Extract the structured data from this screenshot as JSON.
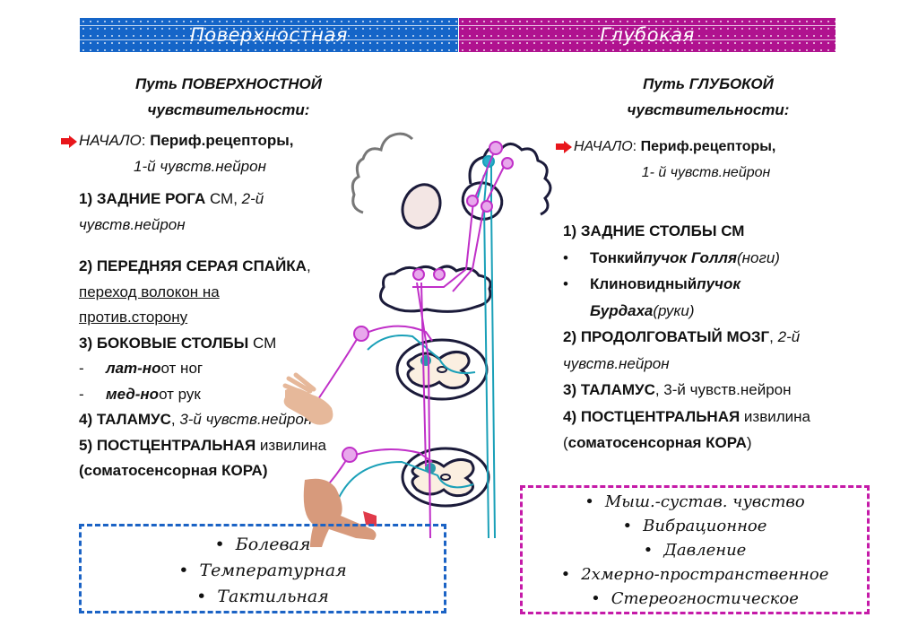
{
  "banners": {
    "left": "Поверхностная",
    "right": "Глубокая",
    "left_color": "#1565c8",
    "right_color": "#b0128f"
  },
  "superficial": {
    "title_line1": "Путь ПОВЕРХНОСТНОЙ",
    "title_line2": "чувствительности:",
    "start_label": "НАЧАЛО",
    "start_colon": ": ",
    "start_value": "Периф.рецепторы,",
    "start_neuron": "1-й чувств.нейрон",
    "step1_bold": "1) ЗАДНИЕ РОГА",
    "step1_rest": " СМ, ",
    "step1_italic": "2-й",
    "step1_line2": "чувств.нейрон",
    "step2_bold": "2) ПЕРЕДНЯЯ СЕРАЯ СПАЙКА",
    "step2_comma": ",",
    "step2_line2": "переход волокон на",
    "step2_line3": "против.сторону",
    "step3_bold": "3) БОКОВЫЕ СТОЛБЫ",
    "step3_rest": " СМ",
    "step3_sub1_dash": "-",
    "step3_sub1_italic": "лат-но",
    "step3_sub1_rest": " от ног",
    "step3_sub2_dash": "-",
    "step3_sub2_italic": "мед-но",
    "step3_sub2_rest": " от рук",
    "step4_bold": "4) ТАЛАМУС",
    "step4_comma": ", ",
    "step4_italic": "3-й чувств.нейрон",
    "step5_bold": "5) ПОСТЦЕНТРАЛЬНАЯ",
    "step5_rest": " извилина",
    "step5_line2": "(соматосенсорная КОРА)",
    "types": [
      "Болевая",
      "Температурная",
      "Тактильная"
    ]
  },
  "deep": {
    "title_line1": "Путь ГЛУБОКОЙ",
    "title_line2": "чувствительности:",
    "start_label": "НАЧАЛО",
    "start_colon": ": ",
    "start_value": "Периф.рецепторы,",
    "start_neuron": "1- й чувств.нейрон",
    "step1": "1)   ЗАДНИЕ СТОЛБЫ СМ",
    "bullet1_bold": "Тонкий ",
    "bullet1_bolditalic": "пучок Голля",
    "bullet1_italic": " (ноги)",
    "bullet2_bold": "Клиновидный ",
    "bullet2_bolditalic": "пучок",
    "bullet2_line2_bolditalic": "Бурдаха",
    "bullet2_line2_italic": " (руки)",
    "step2_bold": "2) ПРОДОЛГОВАТЫЙ МОЗГ",
    "step2_comma": ", ",
    "step2_italic": "2-й",
    "step2_line2": "чувств.нейрон",
    "step3_bold": "3) ТАЛАМУС",
    "step3_rest": ", 3-й чувств.нейрон",
    "step4_bold": "4) ПОСТЦЕНТРАЛЬНАЯ",
    "step4_rest": " извилина",
    "step4_line2_open": "(",
    "step4_line2_bold": "соматосенсорная КОРА",
    "step4_line2_close": ")",
    "types": [
      "Мыш.-сустав. чувство",
      "Вибрационное",
      "Давление",
      "2хмерно-пространственное",
      "Стереогностическое"
    ]
  },
  "diagram": {
    "superficial_path_color": "#c030c8",
    "deep_path_color": "#1aa0b8",
    "outline_color": "#1b1b3a"
  }
}
